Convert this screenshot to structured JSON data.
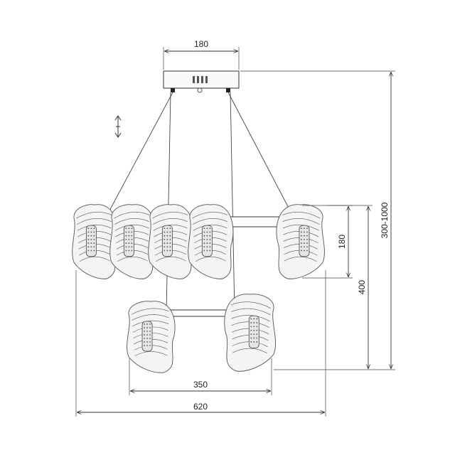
{
  "dimensions": {
    "canopy_width": "180",
    "drop_height": "300-1000",
    "shade_height": "180",
    "lower_offset": "400",
    "lower_width": "350",
    "overall_width": "620"
  },
  "colors": {
    "line": "#333333",
    "shade_stroke": "#555555",
    "shade_fill": "#f4f4f4",
    "background": "#ffffff"
  },
  "icons": {
    "adjust": "vertical-adjust-arrows-icon"
  }
}
